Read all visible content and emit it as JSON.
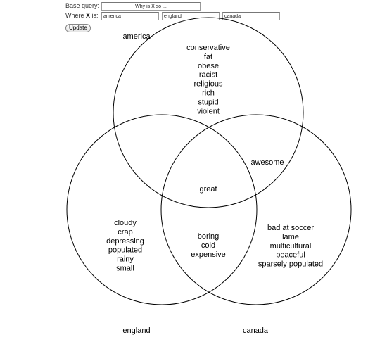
{
  "form": {
    "base_query_label": "Base query:",
    "base_query_value": "Why is X so ...",
    "where_prefix": "Where ",
    "where_var": "X",
    "where_suffix": " is:",
    "terms": [
      "america",
      "england",
      "canada"
    ],
    "update_label": "Update"
  },
  "venn": {
    "sets": [
      {
        "name": "america"
      },
      {
        "name": "england"
      },
      {
        "name": "canada"
      }
    ],
    "regions": {
      "america_only": [
        "conservative",
        "fat",
        "obese",
        "racist",
        "religious",
        "rich",
        "stupid",
        "violent"
      ],
      "england_only": [
        "cloudy",
        "crap",
        "depressing",
        "populated",
        "rainy",
        "small"
      ],
      "canada_only": [
        "bad at soccer",
        "lame",
        "multicultural",
        "peaceful",
        "sparsely populated"
      ],
      "america_canada": [
        "awesome"
      ],
      "all_three": [
        "great"
      ],
      "england_canada": [
        "boring",
        "cold",
        "expensive"
      ]
    },
    "circle_color": "#000000"
  }
}
